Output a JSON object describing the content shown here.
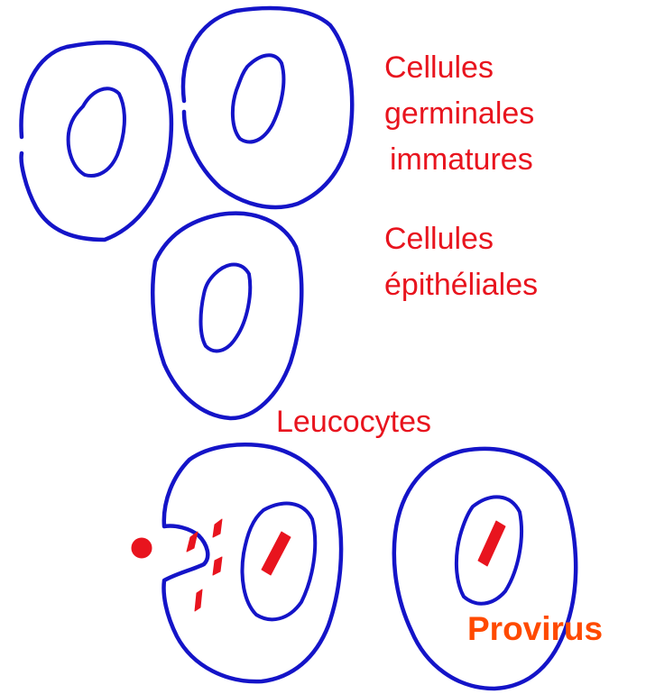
{
  "labels": {
    "germinal": [
      "Cellules",
      "germinales",
      "immatures"
    ],
    "epithelial": [
      "Cellules",
      "épithéliales"
    ],
    "leucocytes": "Leucocytes",
    "provirus": "Provirus"
  },
  "colors": {
    "cell_outline": "#1414c8",
    "label_text": "#e8141e",
    "provirus_mark": "#e8141e",
    "provirus_label": "#ff4a00",
    "background": "#ffffff"
  }
}
